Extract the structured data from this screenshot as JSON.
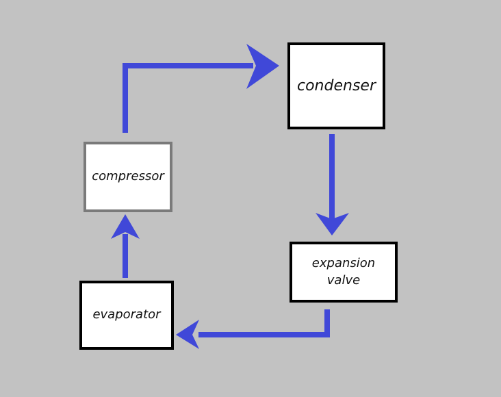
{
  "diagram": {
    "nodes": {
      "condenser": "condenser",
      "compressor": "compressor",
      "expansion_valve": "expansion\nvalve",
      "evaporator": "evaporator"
    },
    "flow": [
      {
        "from": "compressor",
        "to": "condenser"
      },
      {
        "from": "condenser",
        "to": "expansion_valve"
      },
      {
        "from": "expansion_valve",
        "to": "evaporator"
      },
      {
        "from": "evaporator",
        "to": "compressor"
      }
    ]
  },
  "colors": {
    "background": "#c2c2c2",
    "arrow": "#4048d8",
    "box_fill": "#ffffff",
    "box_border": "#000000",
    "compressor_border": "#7a7a7a"
  }
}
